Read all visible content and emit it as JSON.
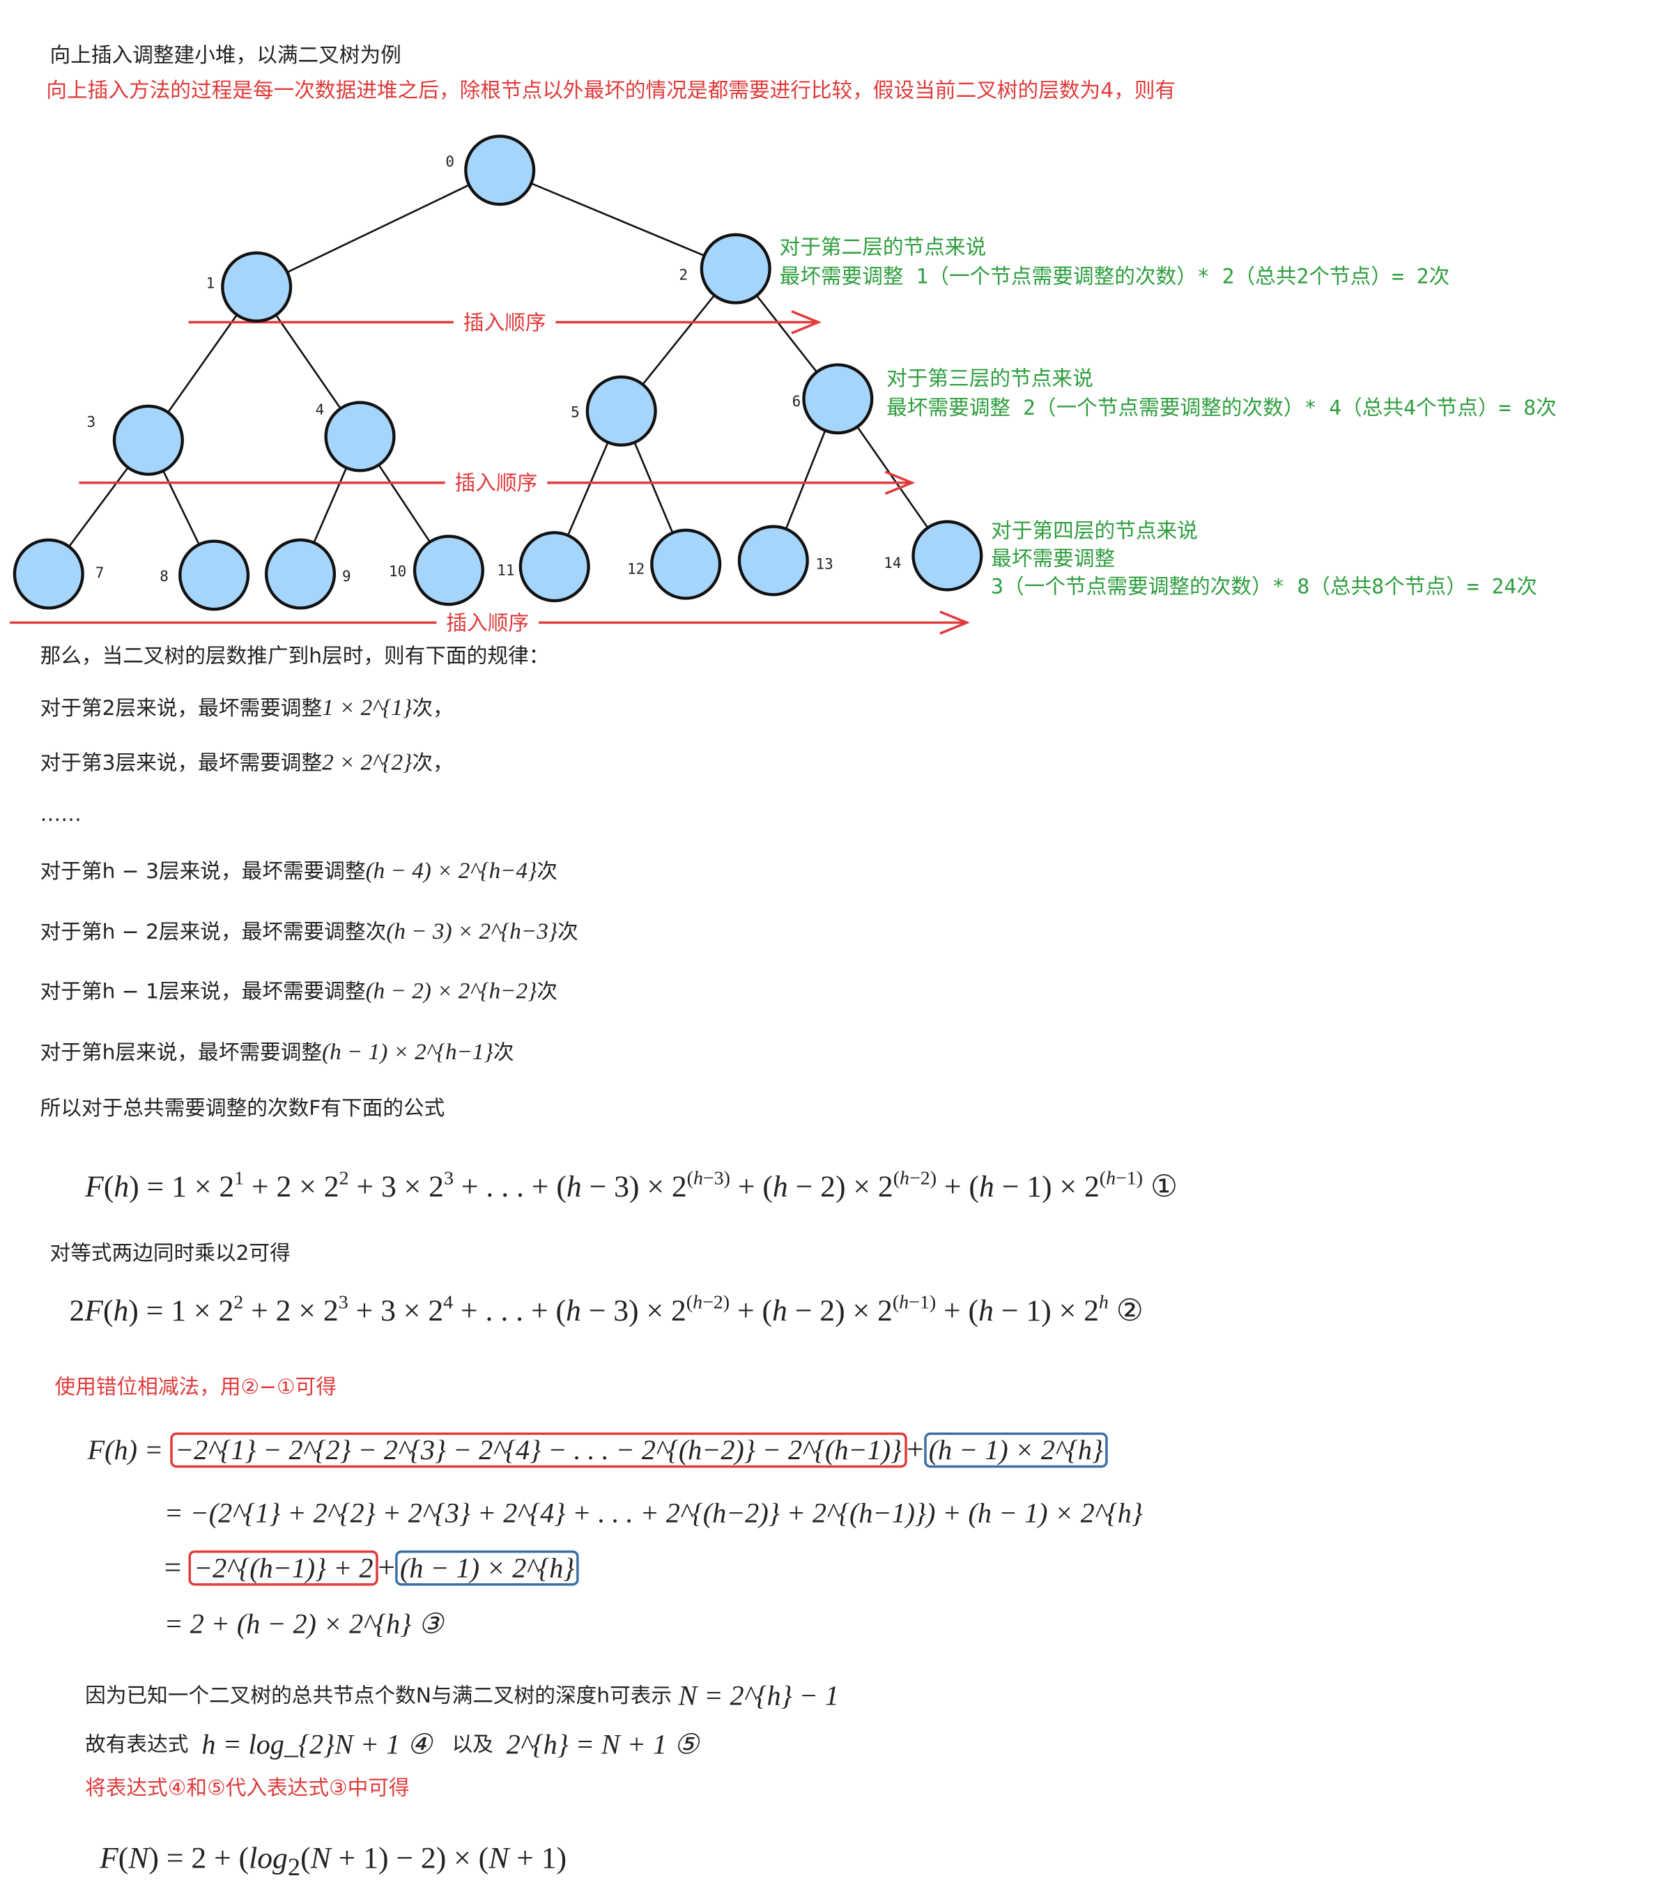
{
  "intro": {
    "title": "向上插入调整建小堆，以满二叉树为例",
    "note": "向上插入方法的过程是每一次数据进堆之后，除根节点以外最坏的情况是都需要进行比较，假设当前二叉树的层数为4，则有"
  },
  "tree": {
    "nodes": [
      "0",
      "1",
      "2",
      "3",
      "4",
      "5",
      "6",
      "7",
      "8",
      "9",
      "10",
      "11",
      "12",
      "13",
      "14"
    ],
    "node_color": "#a6d5fb",
    "arrow_label": "插入顺序",
    "arrow_color": "#e03a3a"
  },
  "annotations": {
    "level2": [
      "对于第二层的节点来说",
      "最坏需要调整 1（一个节点需要调整的次数）* 2（总共2个节点）= 2次"
    ],
    "level3": [
      "对于第三层的节点来说",
      "最坏需要调整 2（一个节点需要调整的次数）* 4（总共4个节点）= 8次"
    ],
    "level4": [
      "对于第四层的节点来说",
      "最坏需要调整",
      "3（一个节点需要调整的次数）* 8（总共8个节点）= 24次"
    ]
  },
  "rules": {
    "intro": "那么，当二叉树的层数推广到h层时，则有下面的规律：",
    "lines": [
      {
        "prefix": "对于第2层来说，最坏需要调整",
        "math": "1 × 2^{1}",
        "suffix": "次，"
      },
      {
        "prefix": "对于第3层来说，最坏需要调整",
        "math": "2 × 2^{2}",
        "suffix": "次，"
      },
      {
        "prefix": "……",
        "math": "",
        "suffix": ""
      },
      {
        "prefix": "对于第h − 3层来说，最坏需要调整",
        "math": "(h − 4) × 2^{h−4}",
        "suffix": "次"
      },
      {
        "prefix": "对于第h − 2层来说，最坏需要调整次",
        "math": "(h − 3) × 2^{h−3}",
        "suffix": "次"
      },
      {
        "prefix": "对于第h − 1层来说，最坏需要调整",
        "math": "(h − 2) × 2^{h−2}",
        "suffix": "次"
      },
      {
        "prefix": "对于第h层来说，最坏需要调整",
        "math": "(h − 1) × 2^{h−1}",
        "suffix": "次"
      }
    ],
    "formula_intro": "所以对于总共需要调整的次数F有下面的公式"
  },
  "formulas": {
    "eq1": "F(h) = 1 × 2^{1} + 2 × 2^{2} + 3 × 2^{3} + . . . + (h − 3) × 2^{(h−3)} + (h − 2) × 2^{(h−2)} + (h − 1) × 2^{(h−1)}   ①",
    "mult_note": "对等式两边同时乘以2可得",
    "eq2": "2F(h) = 1 × 2^{2} + 2 × 2^{3} + 3 × 2^{4} + . . . + (h − 3) × 2^{(h−2)} + (h − 2) × 2^{(h−1)} + (h − 1) × 2^{h}   ②",
    "subtract_note": "使用错位相减法，用②−①可得",
    "d1_lhs": "F(h) = ",
    "d1_red": "−2^{1} − 2^{2} − 2^{3} − 2^{4} − . . . − 2^{(h−2)} − 2^{(h−1)}",
    "d1_plus": "+",
    "d1_blue": "(h − 1) × 2^{h}",
    "d2": "= −(2^{1} + 2^{2} + 2^{3} + 2^{4} + . . . + 2^{(h−2)} + 2^{(h−1)}) + (h − 1) × 2^{h}",
    "d3_eq": "= ",
    "d3_red": "−2^{(h−1)} + 2",
    "d3_plus": "+",
    "d3_blue": "(h − 1) × 2^{h}",
    "d4": "= 2 + (h − 2) × 2^{h} ③",
    "known_text": "因为已知一个二叉树的总共节点个数N与满二叉树的深度h可表示",
    "known_math": "N = 2^{h} − 1",
    "hence_text": "故有表达式",
    "hence_math1": "h = log_{2}N + 1 ④",
    "and_text": "以及",
    "hence_math2": "2^{h} = N + 1 ⑤",
    "substitute_note": "将表达式④和⑤代入表达式③中可得",
    "final": "F(N) = 2 + (log_{2}(N + 1) − 2) × (N + 1)"
  }
}
